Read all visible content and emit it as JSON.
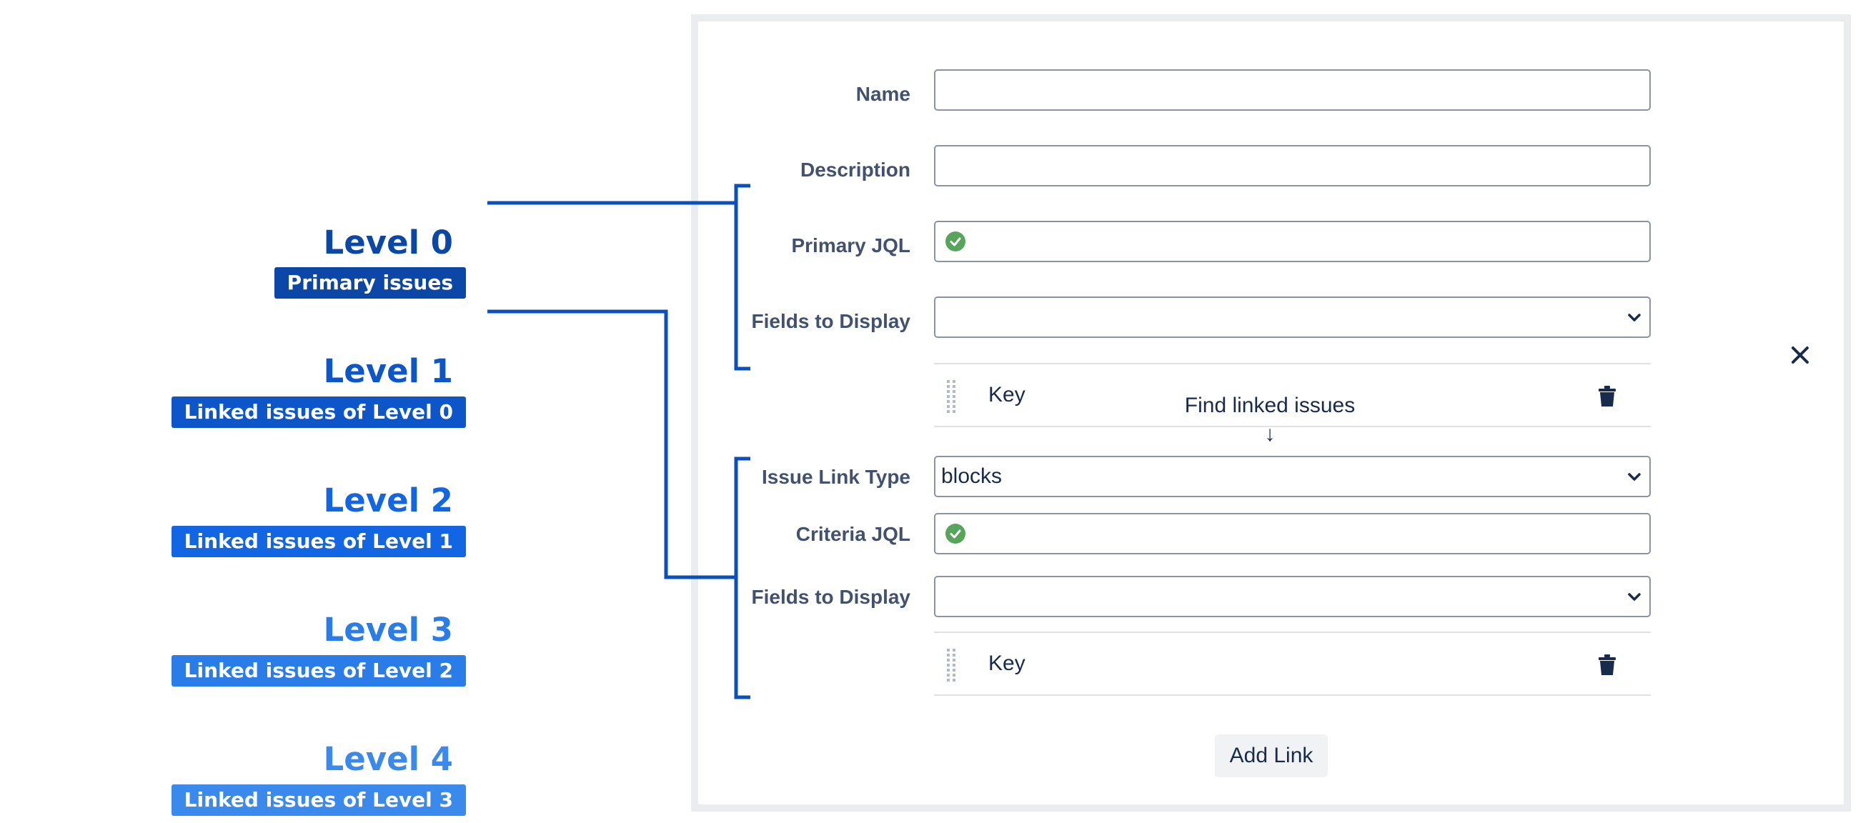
{
  "legend": {
    "levels": [
      {
        "title": "Level 0",
        "badge": "Primary issues",
        "title_color": "#0b47a6",
        "badge_color": "#0b47a6"
      },
      {
        "title": "Level 1",
        "badge": "Linked issues of Level 0",
        "title_color": "#0d56c9",
        "badge_color": "#0d56c9"
      },
      {
        "title": "Level 2",
        "badge": "Linked issues of Level 1",
        "title_color": "#1266e3",
        "badge_color": "#1266e3"
      },
      {
        "title": "Level 3",
        "badge": "Linked issues of Level 2",
        "title_color": "#2a7ce8",
        "badge_color": "#2a7ce8"
      },
      {
        "title": "Level 4",
        "badge": "Linked issues of Level 3",
        "title_color": "#3a89ec",
        "badge_color": "#3a89ec"
      }
    ],
    "bracket_color": "#0b50b8"
  },
  "form": {
    "name_label": "Name",
    "name_value": "",
    "description_label": "Description",
    "description_value": "",
    "primary_jql_label": "Primary JQL",
    "primary_jql_value": "",
    "fields_display_label": "Fields to Display",
    "fields_display_value": "",
    "key_row_text": "Key",
    "find_linked_text": "Find linked issues",
    "find_arrow": "↓",
    "issue_link_type_label": "Issue Link Type",
    "issue_link_type_value": "blocks",
    "criteria_jql_label": "Criteria JQL",
    "criteria_jql_value": "",
    "fields_display2_label": "Fields to Display",
    "fields_display2_value": "",
    "key_row2_text": "Key",
    "add_link_label": "Add Link"
  },
  "colors": {
    "valid_check": "#57a55a",
    "panel_border": "#ebecf0"
  }
}
